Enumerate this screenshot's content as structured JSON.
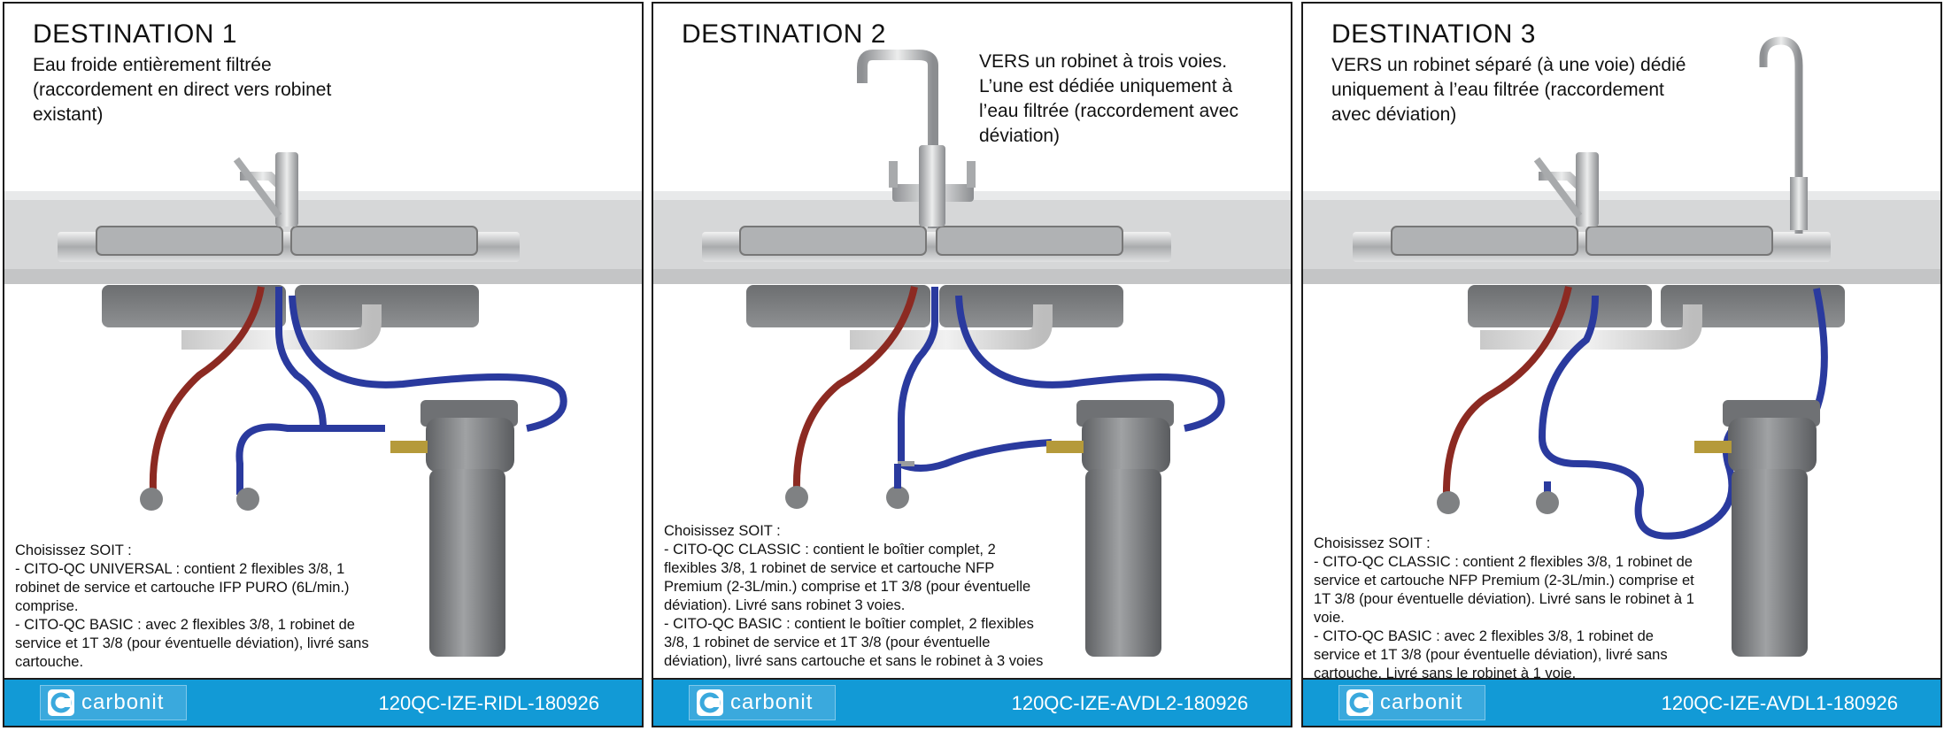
{
  "panels": [
    {
      "title": "DESTINATION 1",
      "description": "Eau froide entièrement filtrée\n(raccordement en direct vers robinet\nexistant)",
      "info": "Choisissez SOIT :\n- CITO-QC UNIVERSAL : contient 2 flexibles 3/8, 1\nrobinet de service et cartouche IFP PURO (6L/min.)\ncomprise.\n- CITO-QC BASIC : avec 2 flexibles 3/8, 1 robinet de\nservice et 1T 3/8 (pour éventuelle déviation), livré sans\ncartouche.",
      "brand": "carbonit",
      "code": "120QC-IZE-RIDL-180926"
    },
    {
      "title": "DESTINATION 2",
      "description": "VERS un robinet à trois voies.\nL’une est dédiée uniquement à\nl’eau filtrée (raccordement avec\ndéviation)",
      "info": "Choisissez SOIT :\n- CITO-QC CLASSIC : contient le boîtier complet, 2\nflexibles 3/8, 1 robinet de service et cartouche NFP\nPremium (2-3L/min.) comprise et 1T 3/8 (pour éventuelle\ndéviation). Livré sans robinet 3 voies.\n- CITO-QC BASIC : contient le boîtier complet, 2 flexibles\n3/8, 1 robinet de service et 1T 3/8 (pour éventuelle\ndéviation), livré sans cartouche et sans le robinet à 3 voies",
      "brand": "carbonit",
      "code": "120QC-IZE-AVDL2-180926"
    },
    {
      "title": "DESTINATION 3",
      "description": "VERS un robinet séparé (à une voie) dédié\nuniquement à l’eau filtrée (raccordement\navec déviation)",
      "info": "Choisissez SOIT :\n- CITO-QC CLASSIC : contient 2 flexibles 3/8, 1 robinet de\nservice et cartouche NFP Premium (2-3L/min.) comprise et\n1T 3/8 (pour éventuelle déviation). Livré sans le robinet à 1\nvoie.\n- CITO-QC BASIC : avec 2 flexibles 3/8, 1 robinet de\nservice et 1T 3/8 (pour éventuelle déviation), livré sans\ncartouche. Livré sans le robinet à 1 voie.",
      "brand": "carbonit",
      "code": "120QC-IZE-AVDL1-180926"
    }
  ],
  "colors": {
    "footer": "#129ad6",
    "hose_blue": "#2a3a9e",
    "hose_red": "#8c2a22",
    "filter_gray": "#7d7f82",
    "countertop": "#d9dadb"
  }
}
